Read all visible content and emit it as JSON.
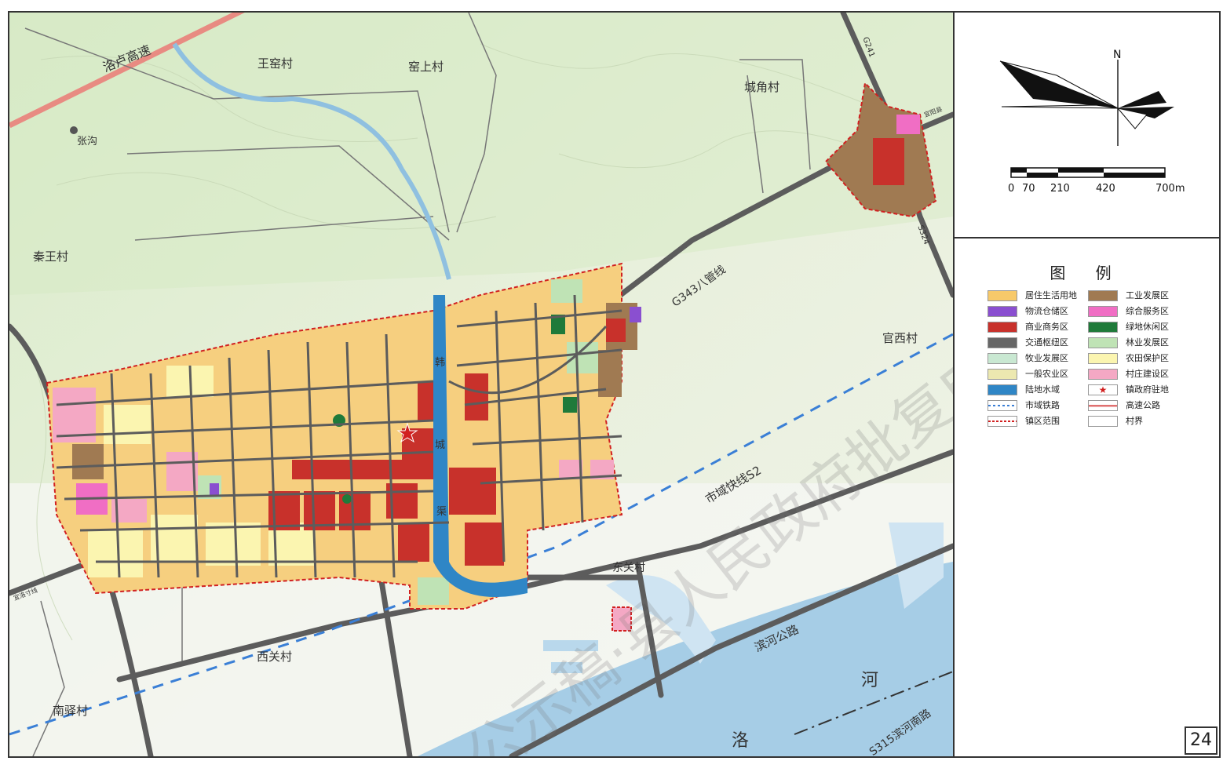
{
  "map": {
    "labels": {
      "highway_name": "洛卢高速",
      "village_wangyao": "王窑村",
      "village_yaoshang": "窑上村",
      "village_chengjiao": "城角村",
      "village_zhanggou": "张沟",
      "village_qinwang": "秦王村",
      "road_g343": "G343八管线",
      "village_guanxi": "官西村",
      "rail_s2": "市域快线S2",
      "village_dongguan": "东关村",
      "road_binhe": "滨河公路",
      "village_xiguan": "西关村",
      "village_nanyi": "南驿村",
      "river_he": "河",
      "river_luo": "洛",
      "road_s315": "S315滨河南路",
      "canal_char1": "韩",
      "canal_char2": "城",
      "canal_char3": "渠",
      "road_g241": "G241",
      "road_s": "S324",
      "road_small_ne": "宜阳县",
      "road_small_w": "宜洛寸线",
      "watermark": "公示稿·县人民政府批复成果为准"
    }
  },
  "compass": {
    "north": "N"
  },
  "scalebar": {
    "ticks": [
      "0",
      "70",
      "210",
      "420",
      "700m"
    ]
  },
  "legend": {
    "title": "图 例",
    "items": [
      {
        "label": "居住生活用地",
        "color": "#f7c96a"
      },
      {
        "label": "工业发展区",
        "color": "#a07a52"
      },
      {
        "label": "物流仓储区",
        "color": "#8a4fd0"
      },
      {
        "label": "综合服务区",
        "color": "#f06ec4"
      },
      {
        "label": "商业商务区",
        "color": "#c8312b"
      },
      {
        "label": "绿地休闲区",
        "color": "#1f7a3a"
      },
      {
        "label": "交通枢纽区",
        "color": "#666666"
      },
      {
        "label": "林业发展区",
        "color": "#bfe3b5"
      },
      {
        "label": "牧业发展区",
        "color": "#c9e8d2"
      },
      {
        "label": "农田保护区",
        "color": "#fbf5b0"
      },
      {
        "label": "一般农业区",
        "color": "#ece8b0"
      },
      {
        "label": "村庄建设区",
        "color": "#f4a8c4"
      },
      {
        "label": "陆地水域",
        "color": "#2f86c6"
      },
      {
        "label": "镇政府驻地",
        "color": "#d12020"
      },
      {
        "label": "市域铁路",
        "color": "#3a7fd6"
      },
      {
        "label": "高速公路",
        "color": "#e07070"
      },
      {
        "label": "镇区范围",
        "color": "#d12020"
      },
      {
        "label": "村界",
        "color": "#888888"
      }
    ]
  },
  "page_number": "24"
}
